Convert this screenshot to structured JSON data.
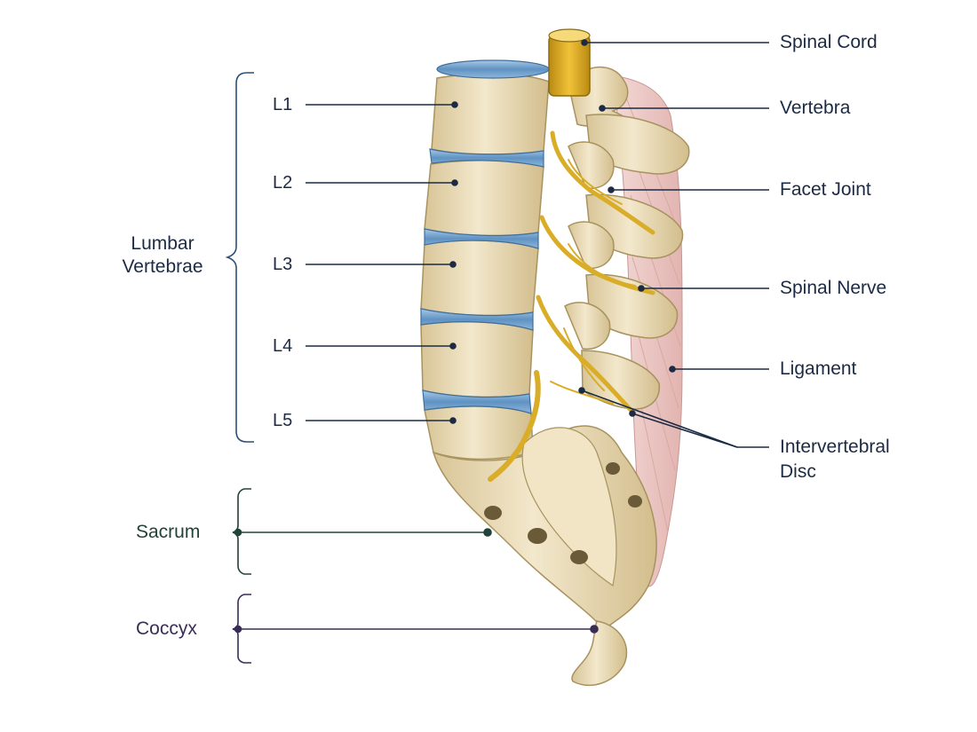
{
  "left_labels": {
    "group": "Lumbar\nVertebrae",
    "levels": [
      "L1",
      "L2",
      "L3",
      "L4",
      "L5"
    ],
    "sacrum": "Sacrum",
    "coccyx": "Coccyx"
  },
  "right_labels": {
    "spinal_cord": "Spinal Cord",
    "vertebra": "Vertebra",
    "facet_joint": "Facet Joint",
    "spinal_nerve": "Spinal Nerve",
    "ligament": "Ligament",
    "disc_line1": "Intervertebral",
    "disc_line2": "Disc"
  },
  "colors": {
    "bone": "#eadbb8",
    "disc": "#6f9fc8",
    "nerve": "#d9ad27",
    "ligament": "#ecc9c6",
    "leader": "#1c2a44",
    "sacrum_leader": "#22433a",
    "coccyx_leader": "#3a2d55"
  }
}
